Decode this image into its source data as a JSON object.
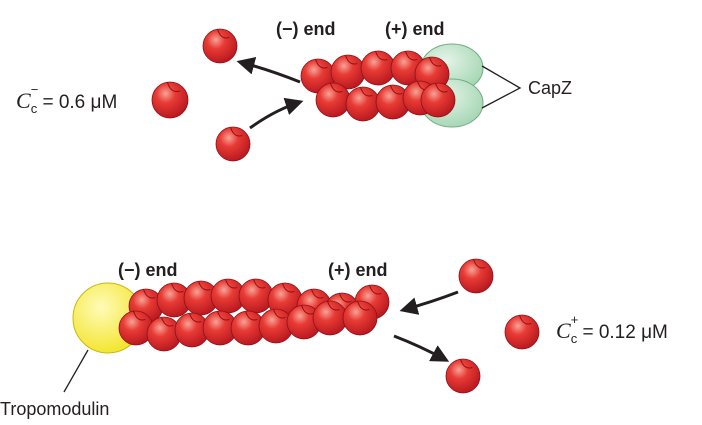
{
  "top": {
    "minus_end": "(−) end",
    "plus_end": "(+) end",
    "capper": "CapZ",
    "cc": {
      "symbol": "C",
      "sub": "c",
      "sup": "−",
      "rest": " = 0.6 μM"
    }
  },
  "bottom": {
    "minus_end": "(−) end",
    "plus_end": "(+) end",
    "capper": "Tropomodulin",
    "cc": {
      "symbol": "C",
      "sub": "c",
      "sup": "+",
      "rest": " = 0.12 μM"
    }
  },
  "colors": {
    "monomer": "#d8262e",
    "monomer_highlight": "#f5a69a",
    "capz": "#a9d9b8",
    "tropomodulin": "#f6eb3a",
    "arrow": "#231f20"
  }
}
